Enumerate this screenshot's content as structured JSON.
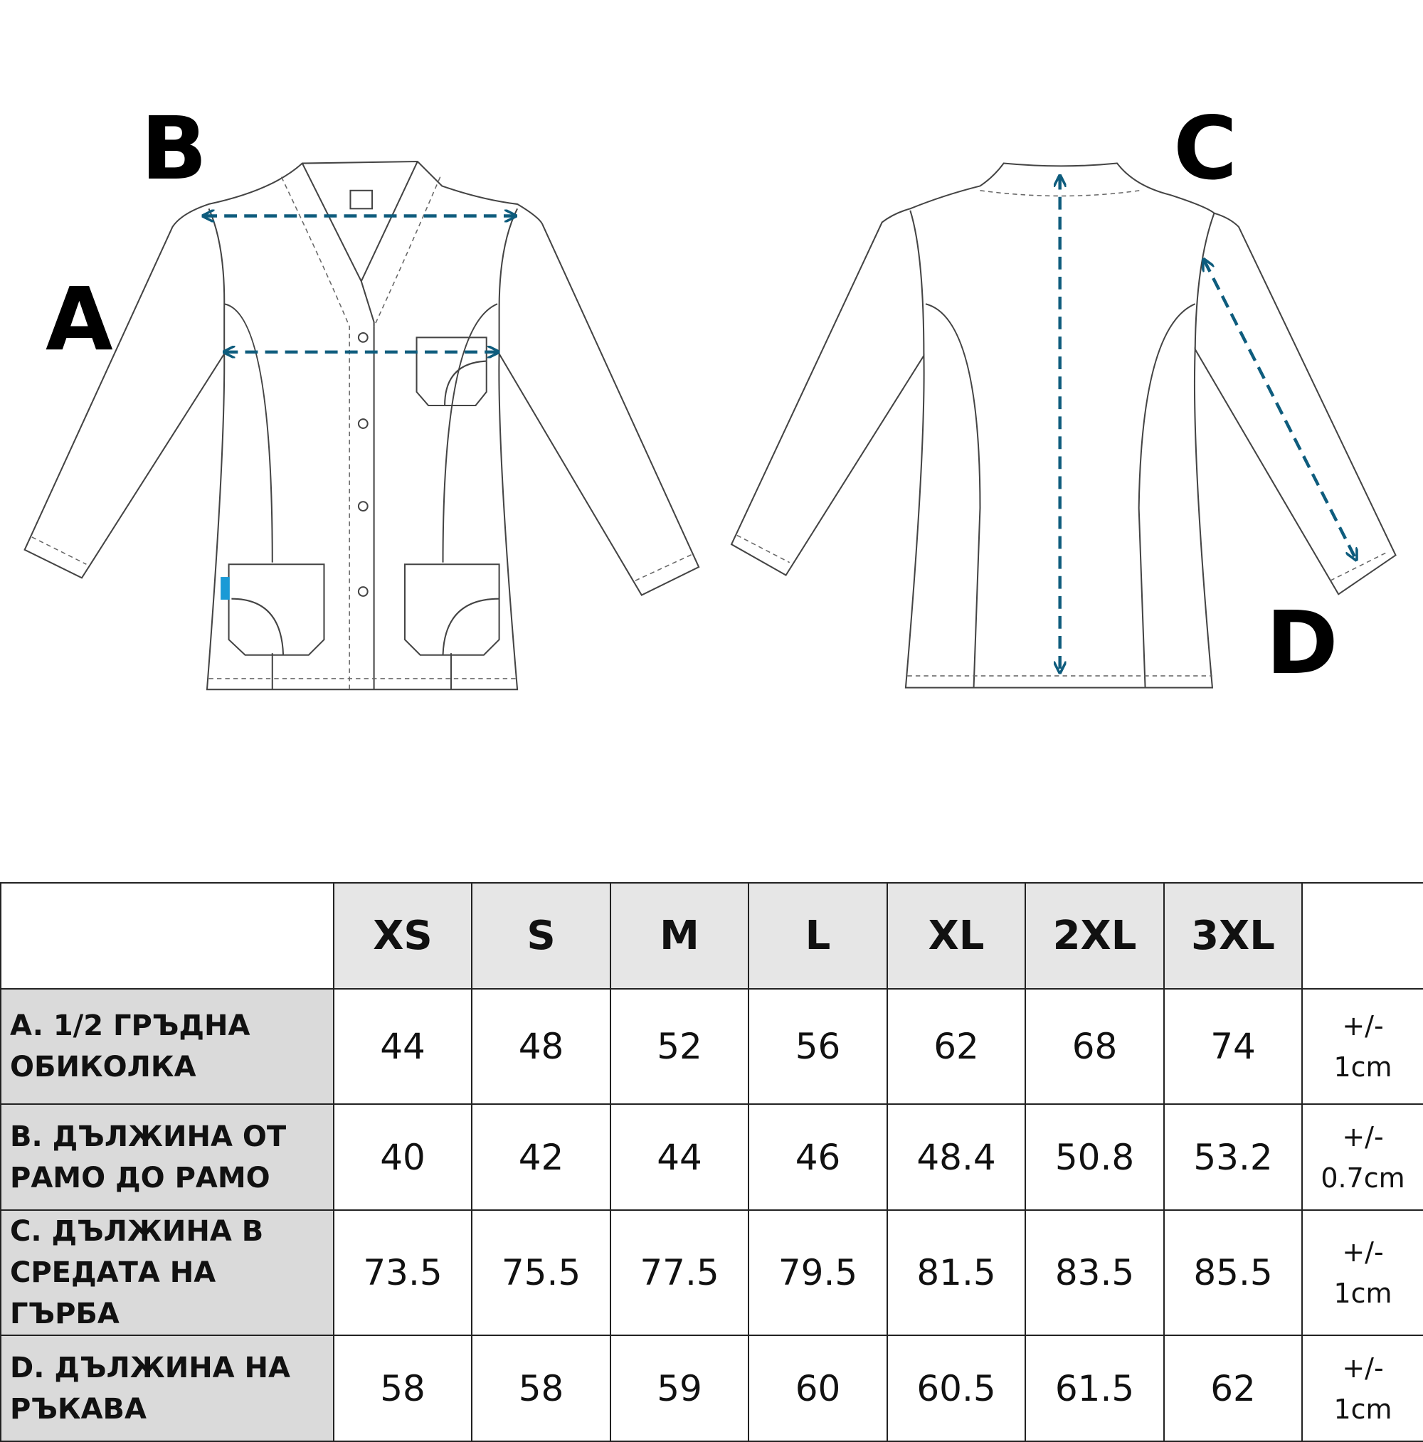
{
  "diagram": {
    "labels": {
      "a": "A",
      "b": "B",
      "c": "C",
      "d": "D"
    },
    "measure_color": "#0e5c7d"
  },
  "table": {
    "sizes": [
      "XS",
      "S",
      "M",
      "L",
      "XL",
      "2XL",
      "3XL"
    ],
    "rows": [
      {
        "name_line1": "A. 1/2 ГРЪДНА",
        "name_line2": "ОБИКОЛКА",
        "values": [
          "44",
          "48",
          "52",
          "56",
          "62",
          "68",
          "74"
        ],
        "tol_line1": "+/-",
        "tol_line2": "1cm"
      },
      {
        "name_line1": "B. ДЪЛЖИНА ОТ",
        "name_line2": "РАМО ДО РАМО",
        "values": [
          "40",
          "42",
          "44",
          "46",
          "48.4",
          "50.8",
          "53.2"
        ],
        "tol_line1": "+/-",
        "tol_line2": "0.7cm"
      },
      {
        "name_line1": "C. ДЪЛЖИНА В",
        "name_line2": "СРЕДАТА НА ГЪРБА",
        "values": [
          "73.5",
          "75.5",
          "77.5",
          "79.5",
          "81.5",
          "83.5",
          "85.5"
        ],
        "tol_line1": "+/-",
        "tol_line2": "1cm"
      },
      {
        "name_line1": "D. ДЪЛЖИНА НА",
        "name_line2": "РЪКАВА",
        "values": [
          "58",
          "58",
          "59",
          "60",
          "60.5",
          "61.5",
          "62"
        ],
        "tol_line1": "+/-",
        "tol_line2": "1cm"
      }
    ]
  }
}
